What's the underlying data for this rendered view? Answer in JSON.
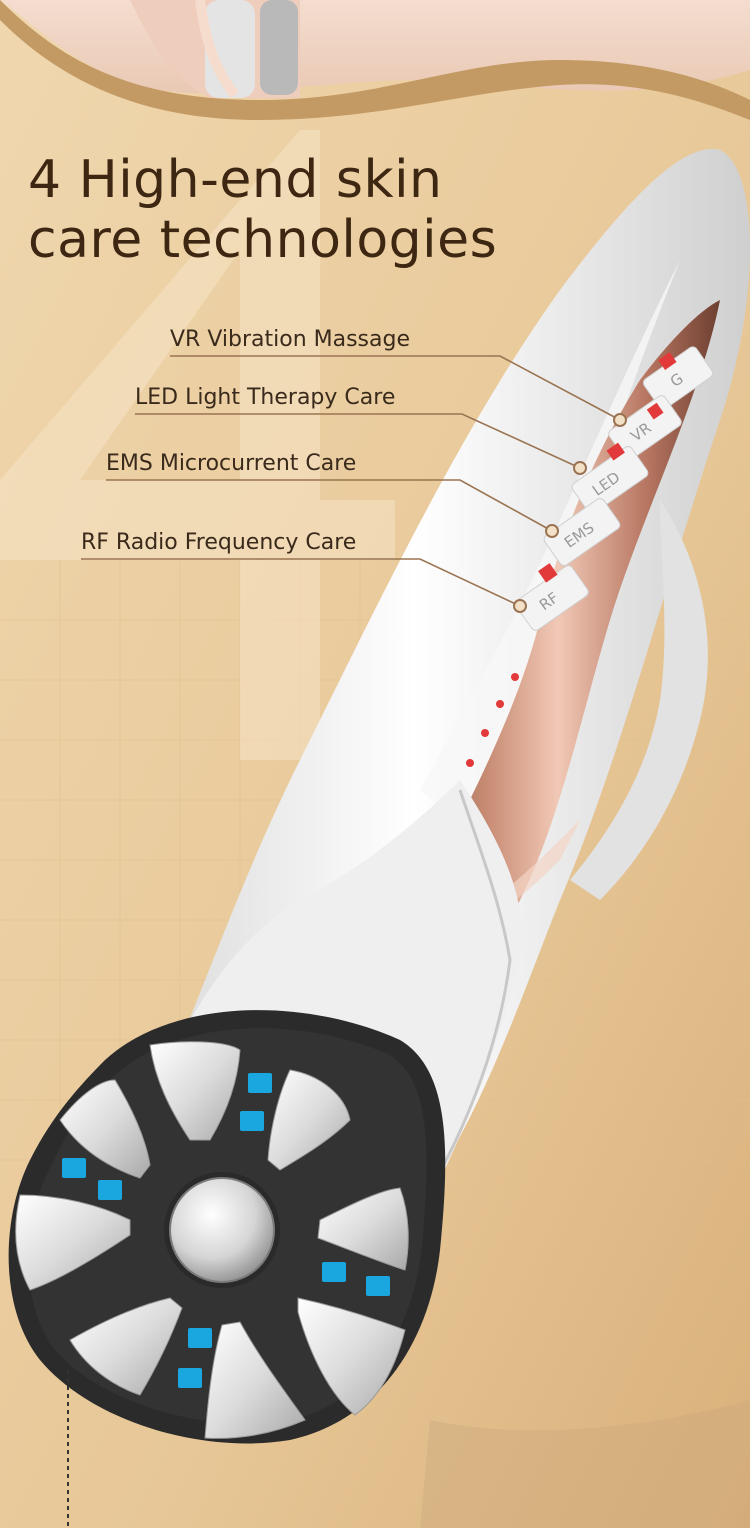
{
  "headline": {
    "line1": "4 High-end skin",
    "line2": "care technologies"
  },
  "features": [
    {
      "label": "VR Vibration Massage",
      "key_text": "VR"
    },
    {
      "label": "LED Light Therapy Care",
      "key_text": "LED"
    },
    {
      "label": "EMS Microcurrent Care",
      "key_text": "EMS"
    },
    {
      "label": "RF Radio Frequency Care",
      "key_text": "RF"
    }
  ],
  "top_button_text": "G",
  "colors": {
    "background": "#e8c99a",
    "headline": "#3d2712",
    "accent_rose_gold": "#b57a63",
    "indicator_red": "#e23a3a",
    "indicator_blue": "#1aa7e0",
    "head_black": "#2b2b2b"
  }
}
